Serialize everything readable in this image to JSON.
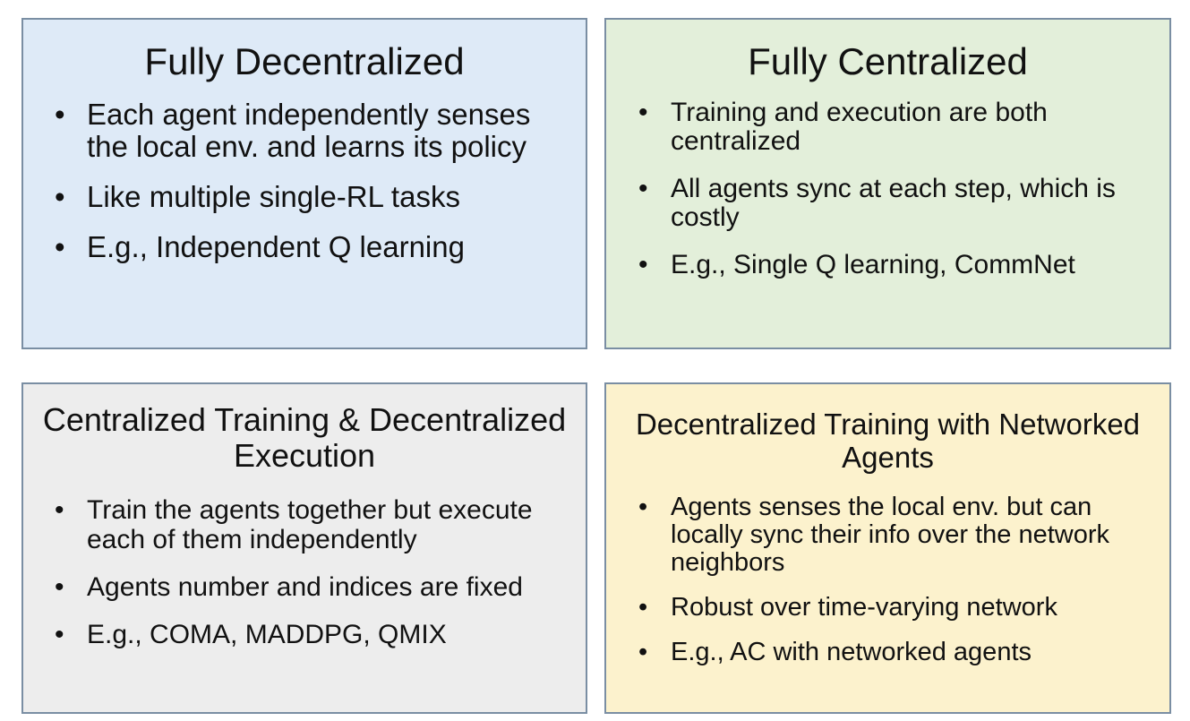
{
  "panels": [
    {
      "title": "Fully Decentralized",
      "background": "#deeaf7",
      "bullets": [
        "Each agent independently senses the local env. and learns its policy",
        "Like multiple single-RL tasks",
        "E.g., Independent Q learning"
      ]
    },
    {
      "title": "Fully Centralized",
      "background": "#e3efda",
      "bullets": [
        "Training and execution are both centralized",
        "All agents sync at each step, which is costly",
        "E.g., Single Q learning, CommNet"
      ]
    },
    {
      "title": "Centralized Training & Decentralized Execution",
      "background": "#ededed",
      "bullets": [
        "Train the agents together but execute each of them independently",
        "Agents number and indices are fixed",
        "E.g., COMA, MADDPG, QMIX"
      ]
    },
    {
      "title": "Decentralized Training with Networked Agents",
      "background": "#fcf2cd",
      "bullets": [
        "Agents senses the local env. but can locally sync their info over the network neighbors",
        "Robust over time-varying network",
        "E.g., AC with networked agents"
      ]
    }
  ],
  "colors": {
    "border": "#7a8ea3",
    "text": "#111111"
  }
}
